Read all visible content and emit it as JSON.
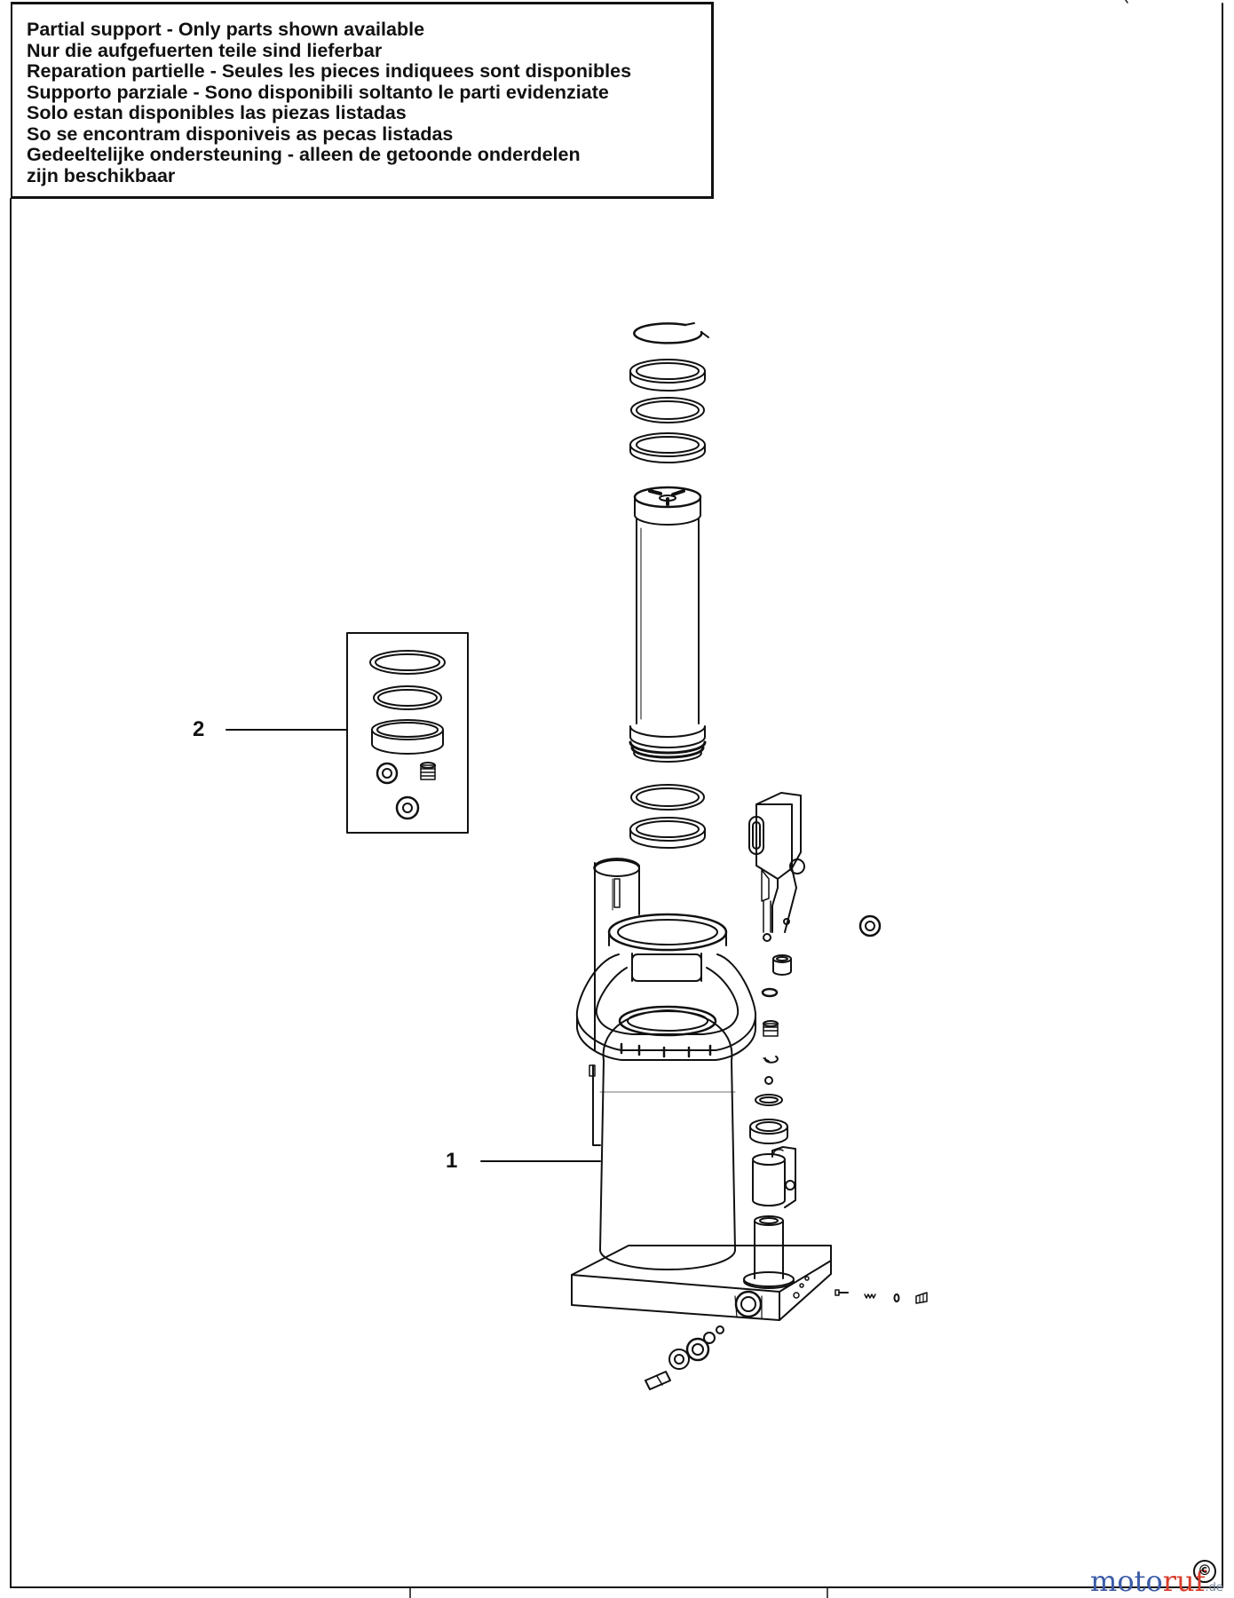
{
  "notice": {
    "lines": [
      "Partial support - Only parts shown available",
      "Nur die aufgefuerten teile sind lieferbar",
      "Reparation partielle - Seules les pieces indiquees sont disponibles",
      "Supporto parziale - Sono disponibili soltanto le parti evidenziate",
      "Solo estan disponibles las piezas listadas",
      "So se encontram disponiveis as pecas listadas",
      "Gedeeltelijke ondersteuning - alleen de getoonde onderdelen",
      "zijn beschikbaar"
    ]
  },
  "callouts": {
    "part_1": "1",
    "part_2": "2"
  },
  "watermark": {
    "brand_a": "moto",
    "brand_b": "ruf",
    "tld": ".de",
    "copyright": "©"
  }
}
